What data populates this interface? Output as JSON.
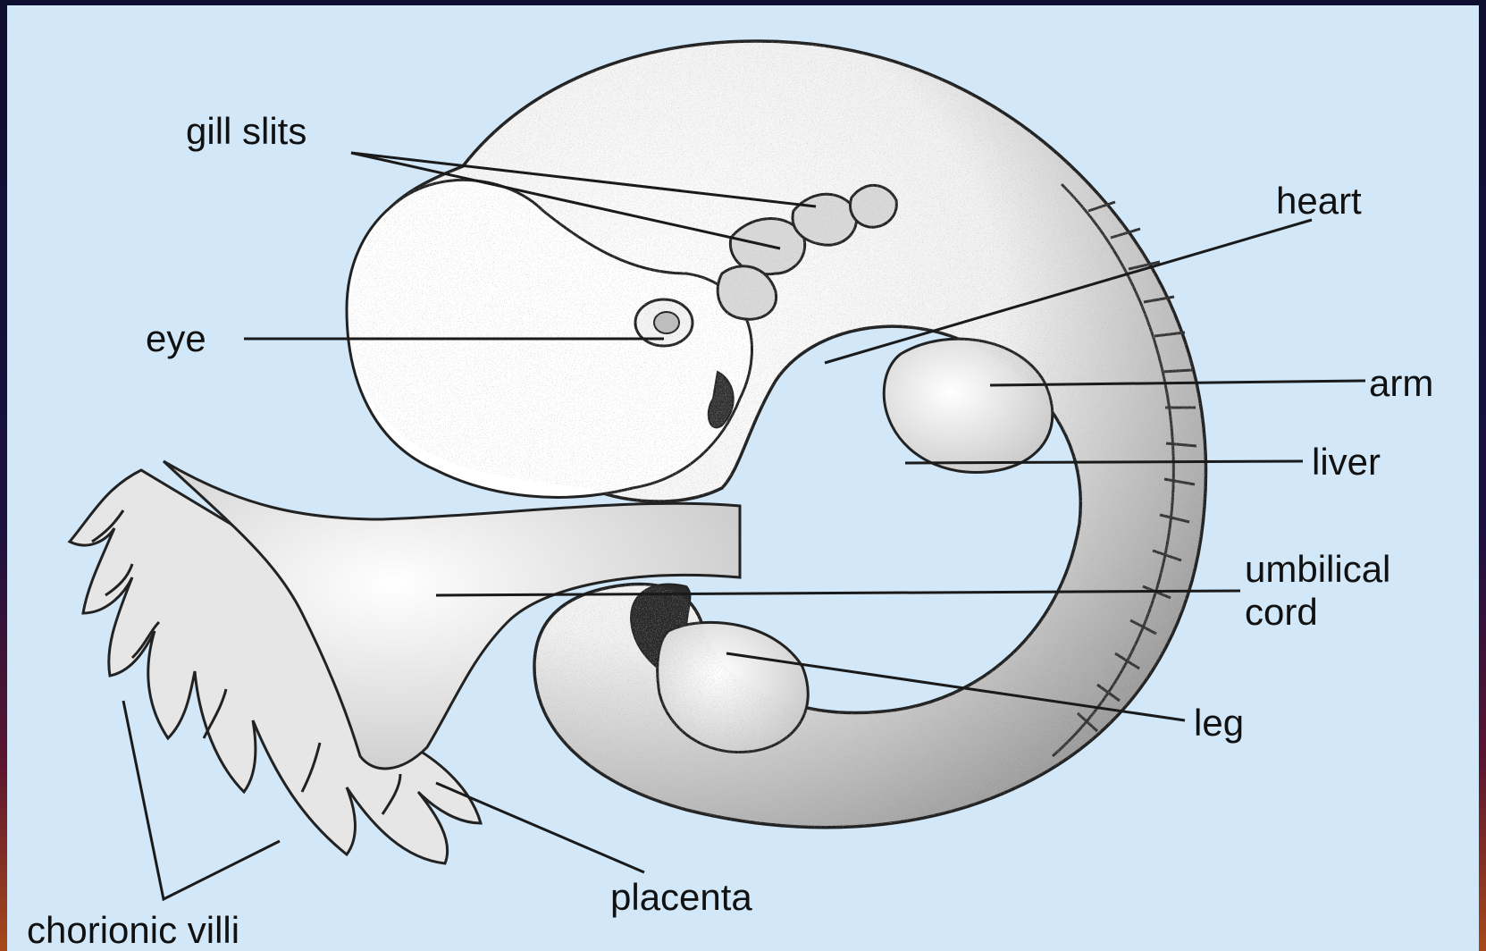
{
  "labels": {
    "gill_slits": "gill slits",
    "eye": "eye",
    "heart": "heart",
    "arm": "arm",
    "liver": "liver",
    "umbilical_line1": "umbilical",
    "umbilical_line2": "cord",
    "leg": "leg",
    "placenta": "placenta",
    "chorionic_villi": "chorionic villi"
  },
  "colors": {
    "background": "#d2e8f8",
    "frame": "#0e0e30",
    "ink": "#111111"
  }
}
